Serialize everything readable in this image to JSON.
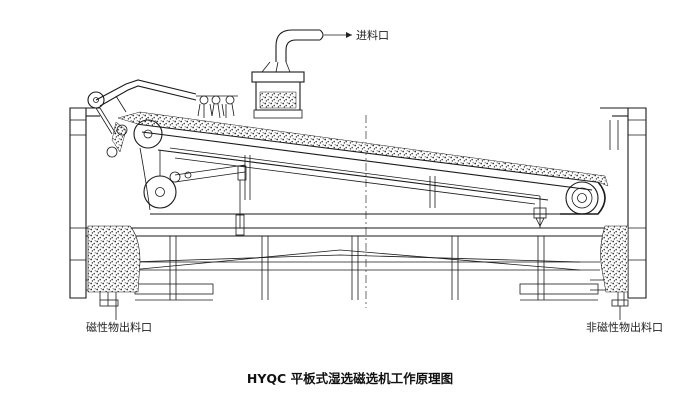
{
  "labels": {
    "feed_inlet": "进料口",
    "magnetic_outlet": "磁性物出料口",
    "nonmagnetic_outlet": "非磁性物出料口"
  },
  "title": "HYQC 平板式湿选磁选机工作原理图"
}
